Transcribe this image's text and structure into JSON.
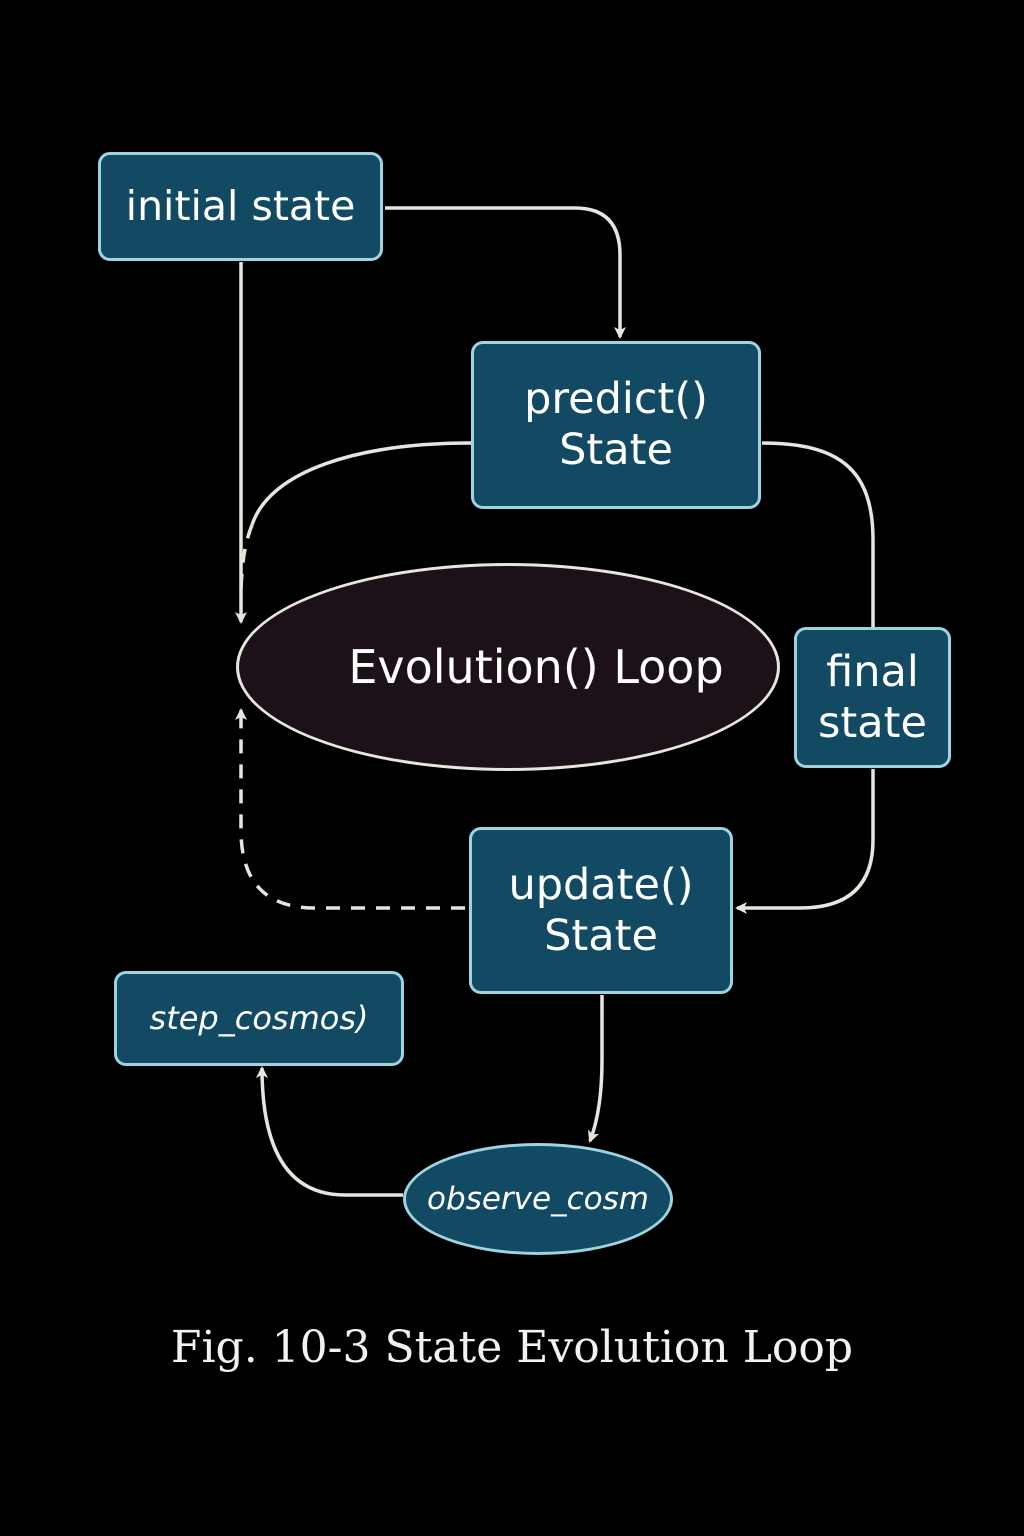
{
  "nodes": {
    "initial_state": "initial state",
    "predict": {
      "line1": "predict()",
      "line2": "State"
    },
    "evolution_loop": "Evolution() Loop",
    "final_state": {
      "line1": "final",
      "line2": "state"
    },
    "update": {
      "line1": "update()",
      "line2": "State"
    },
    "step_cosmos": "step_cosmos)",
    "observe_cosmos": "observe_cosm"
  },
  "caption": "Fig. 10-3  State Evolution Loop",
  "colors": {
    "background": "#000000",
    "node_fill": "#124a63",
    "node_border": "#9fd3e0",
    "loop_fill": "#1c1118",
    "edge": "#e6e6df",
    "text": "#ffffff"
  }
}
